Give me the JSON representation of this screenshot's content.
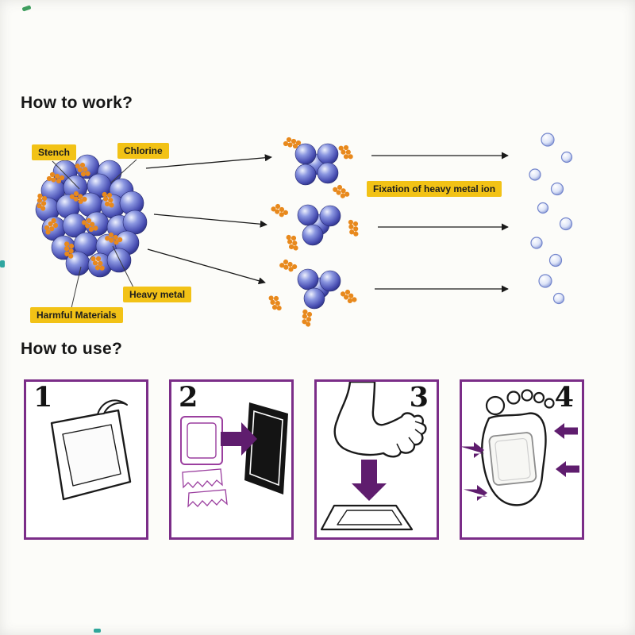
{
  "how_to_work": {
    "title": "How to work?",
    "labels": {
      "stench": "Stench",
      "chlorine": "Chlorine",
      "heavy_metal": "Heavy metal",
      "harmful_materials": "Harmful Materials",
      "fixation": "Fixation of heavy metal ion"
    },
    "colors": {
      "label_bg": "#f2c216",
      "sphere_blue": "#4a50b4",
      "toxin_orange": "#e8891d",
      "clean_particle_fill": "#dde4f8",
      "arrow": "#1a1a1a"
    }
  },
  "how_to_use": {
    "title": "How to use?",
    "colors": {
      "panel_border": "#7b2d88",
      "arrow_purple": "#5f1d6e"
    },
    "steps": [
      {
        "number": "1"
      },
      {
        "number": "2"
      },
      {
        "number": "3"
      },
      {
        "number": "4"
      }
    ]
  }
}
